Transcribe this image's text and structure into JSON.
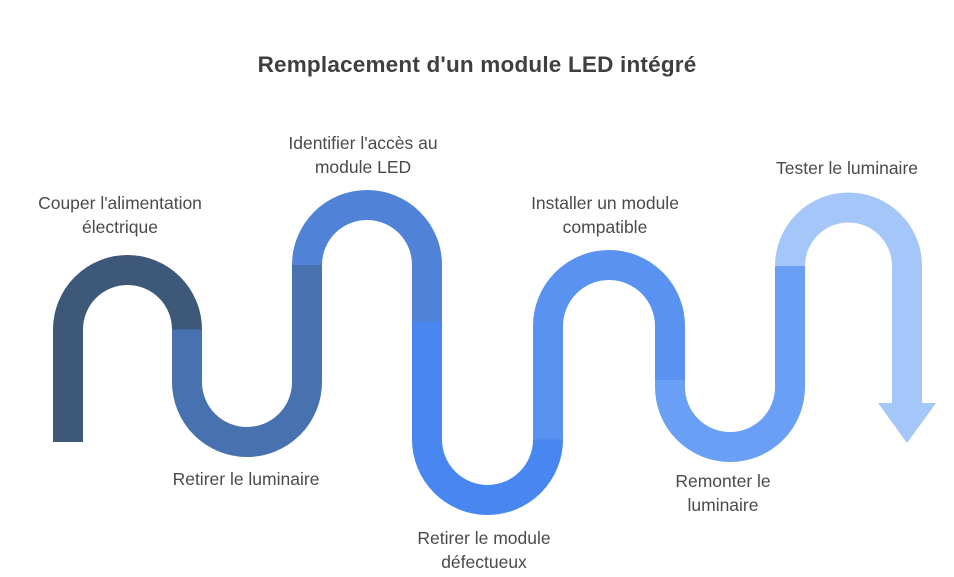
{
  "title": "Remplacement d'un module LED intégré",
  "colors": {
    "background": "#ffffff",
    "title_text": "#3f3f3f",
    "label_text": "#4a4a4a"
  },
  "steps": [
    {
      "id": 1,
      "lines": [
        "Couper l'alimentation",
        "électrique"
      ],
      "color": "#3e5879"
    },
    {
      "id": 2,
      "lines": [
        "Retirer le luminaire"
      ],
      "color": "#4871b0"
    },
    {
      "id": 3,
      "lines": [
        "Identifier l'accès au",
        "module LED"
      ],
      "color": "#5083d8"
    },
    {
      "id": 4,
      "lines": [
        "Retirer le module",
        "défectueux"
      ],
      "color": "#4987f0"
    },
    {
      "id": 5,
      "lines": [
        "Installer un module",
        "compatible"
      ],
      "color": "#5992f1"
    },
    {
      "id": 6,
      "lines": [
        "Remonter le",
        "luminaire"
      ],
      "color": "#69a0f5"
    },
    {
      "id": 7,
      "lines": [
        "Tester le luminaire"
      ],
      "color": "#a5c6f8"
    }
  ]
}
